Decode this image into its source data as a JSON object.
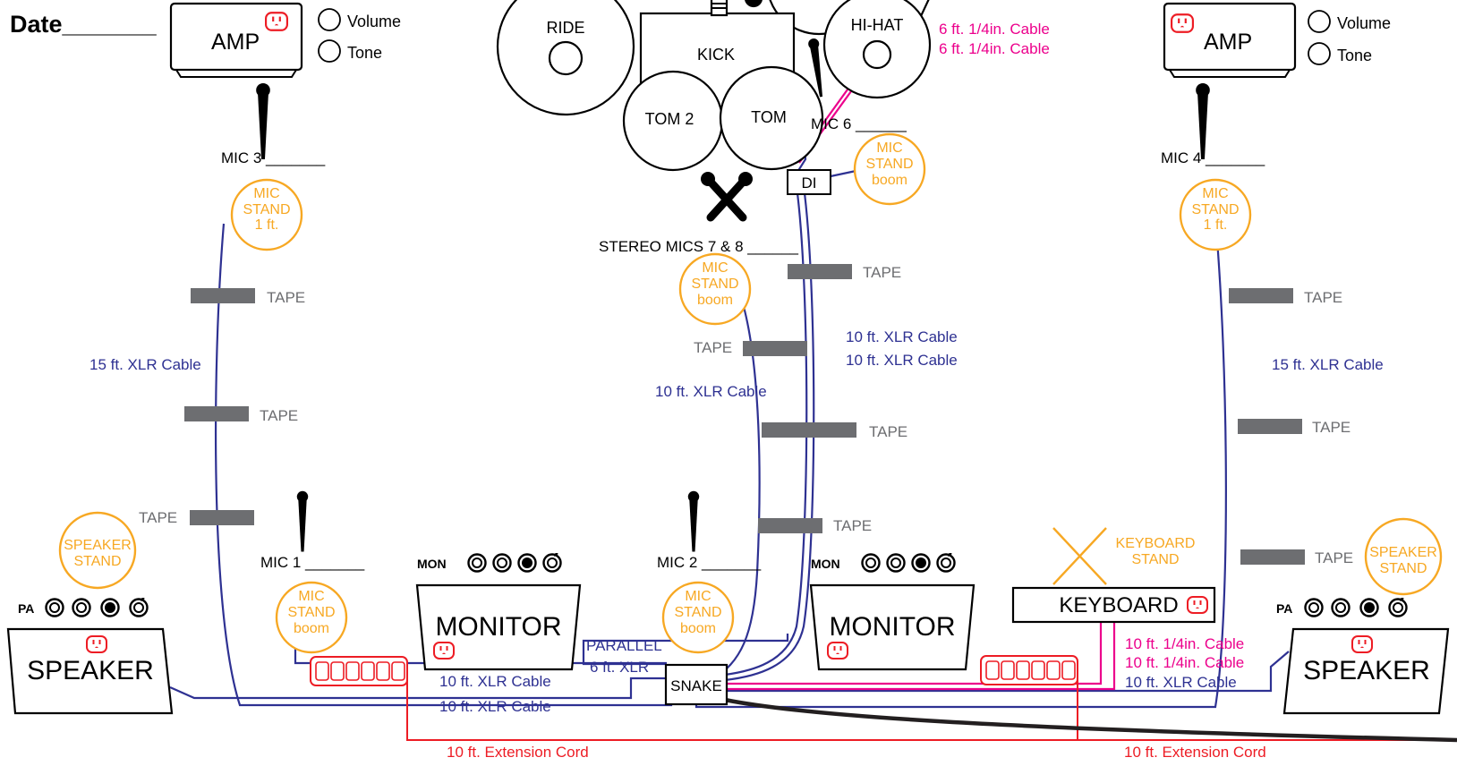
{
  "colors": {
    "xlr": "#2e3192",
    "quarter": "#ec008c",
    "power": "#ed1c24",
    "stand": "#f7a823",
    "tape": "#6d6e71",
    "ink": "#000000",
    "snake_trunk": "#231f20"
  },
  "header": {
    "date_label": "Date_______"
  },
  "amp_left": {
    "label": "AMP",
    "volume": "Volume",
    "tone": "Tone"
  },
  "amp_right": {
    "label": "AMP",
    "volume": "Volume",
    "tone": "Tone"
  },
  "drums": {
    "ride": "RIDE",
    "kick": "KICK",
    "hihat": "HI-HAT",
    "tom2": "TOM 2",
    "tom": "TOM"
  },
  "mics": {
    "mic1": "MIC 1 _______",
    "mic2": "MIC 2 _______",
    "mic3": "MIC 3 _______",
    "mic4": "MIC 4 _______",
    "mic6": "MIC 6 ______",
    "stereo": "STEREO MICS 7 & 8 ______"
  },
  "stands": {
    "mic": "MIC",
    "stand": "STAND",
    "one_ft": "1 ft.",
    "boom": "boom",
    "speaker": "SPEAKER",
    "keyboard_stand_1": "KEYBOARD",
    "keyboard_stand_2": "STAND"
  },
  "gear": {
    "di": "DI",
    "snake": "SNAKE",
    "monitor": "MONITOR",
    "mon": "MON",
    "speaker": "SPEAKER",
    "pa": "PA",
    "keyboard": "KEYBOARD"
  },
  "tape": "TAPE",
  "cables": {
    "quarter_6": "6 ft. 1/4in. Cable",
    "xlr_10": "10 ft. XLR Cable",
    "xlr_15": "15 ft. XLR Cable",
    "parallel": "PARALLEL",
    "xlr_6": "6 ft. XLR",
    "quarter_10": "10 ft. 1/4in. Cable",
    "ext_10": "10 ft. Extension Cord"
  }
}
